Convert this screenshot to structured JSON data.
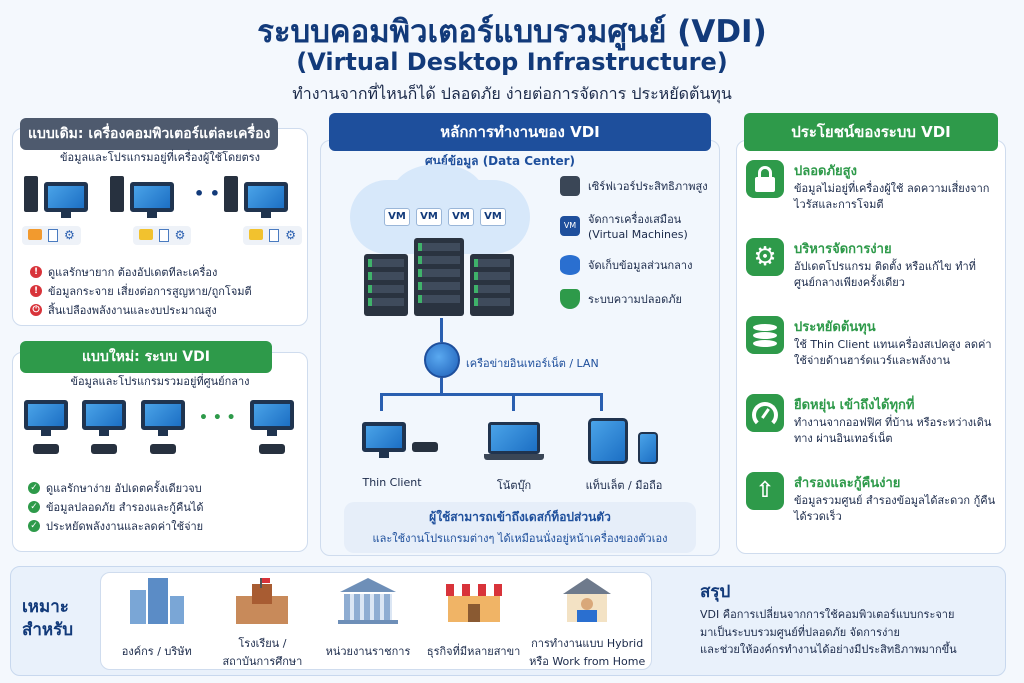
{
  "header": {
    "title": "ระบบคอมพิวเตอร์แบบรวมศูนย์ (VDI)",
    "subtitle": "(Virtual Desktop Infrastructure)",
    "tagline": "ทำงานจากที่ไหนก็ได้ ปลอดภัย ง่ายต่อการจัดการ ประหยัดต้นทุน"
  },
  "old_system": {
    "heading": "แบบเดิม: เครื่องคอมพิวเตอร์แต่ละเครื่อง",
    "desc": "ข้อมูลและโปรแกรมอยู่ที่เครื่องผู้ใช้โดยตรง",
    "issues": [
      "ดูแลรักษายาก ต้องอัปเดตทีละเครื่อง",
      "ข้อมูลกระจาย เสี่ยงต่อการสูญหาย/ถูกโจมตี",
      "สิ้นเปลืองพลังงานและงบประมาณสูง"
    ],
    "issue_icons": [
      "warning-icon",
      "warning-icon",
      "power-icon"
    ]
  },
  "new_system": {
    "heading": "แบบใหม่: ระบบ VDI",
    "desc": "ข้อมูลและโปรแกรมรวมอยู่ที่ศูนย์กลาง",
    "benefits": [
      "ดูแลรักษาง่าย อัปเดตครั้งเดียวจบ",
      "ข้อมูลปลอดภัย สำรองและกู้คืนได้",
      "ประหยัดพลังงานและลดค่าใช้จ่าย"
    ]
  },
  "principle": {
    "heading": "หลักการทำงานของ VDI",
    "datacenter": "ศูนย์ข้อมูล (Data Center)",
    "vm_label": "VM",
    "features": [
      "เซิร์ฟเวอร์ประสิทธิภาพสูง",
      "จัดการเครื่องเสมือน (Virtual Machines)",
      "จัดเก็บข้อมูลส่วนกลาง",
      "ระบบความปลอดภัย"
    ],
    "feature_icons": [
      "server-icon",
      "vm-icon",
      "database-icon",
      "shield-icon"
    ],
    "network": "เครือข่ายอินเทอร์เน็ต / LAN",
    "devices": [
      "Thin Client",
      "โน้ตบุ๊ก",
      "แท็บเล็ต / มือถือ"
    ],
    "access_line1": "ผู้ใช้สามารถเข้าถึงเดสก์ท็อปส่วนตัว",
    "access_line2": "และใช้งานโปรแกรมต่างๆ ได้เหมือนนั่งอยู่หน้าเครื่องของตัวเอง"
  },
  "benefits_panel": {
    "heading": "ประโยชน์ของระบบ VDI",
    "items": [
      {
        "title": "ปลอดภัยสูง",
        "desc": "ข้อมูลไม่อยู่ที่เครื่องผู้ใช้ ลดความเสี่ยงจากไวรัสและการโจมตี",
        "icon": "lock-icon"
      },
      {
        "title": "บริหารจัดการง่าย",
        "desc": "อัปเดตโปรแกรม ติดตั้ง หรือแก้ไข ทำที่ศูนย์กลางเพียงครั้งเดียว",
        "icon": "gears-icon"
      },
      {
        "title": "ประหยัดต้นทุน",
        "desc": "ใช้ Thin Client แทนเครื่องสเปคสูง ลดค่าใช้จ่ายด้านฮาร์ดแวร์และพลังงาน",
        "icon": "coins-icon"
      },
      {
        "title": "ยืดหยุ่น เข้าถึงได้ทุกที่",
        "desc": "ทำงานจากออฟฟิศ ที่บ้าน หรือระหว่างเดินทาง ผ่านอินเทอร์เน็ต",
        "icon": "speedometer-icon"
      },
      {
        "title": "สำรองและกู้คืนง่าย",
        "desc": "ข้อมูลรวมศูนย์ สำรองข้อมูลได้สะดวก กู้คืนได้รวดเร็ว",
        "icon": "cloud-upload-icon"
      }
    ]
  },
  "suitable": {
    "label_line1": "เหมาะ",
    "label_line2": "สำหรับ",
    "items": [
      {
        "line1": "องค์กร / บริษัท",
        "line2": "",
        "icon": "office-building-icon"
      },
      {
        "line1": "โรงเรียน /",
        "line2": "สถาบันการศึกษา",
        "icon": "school-icon"
      },
      {
        "line1": "หน่วยงานราชการ",
        "line2": "",
        "icon": "government-icon"
      },
      {
        "line1": "ธุรกิจที่มีหลายสาขา",
        "line2": "",
        "icon": "shop-icon"
      },
      {
        "line1": "การทำงานแบบ Hybrid",
        "line2": "หรือ Work from Home",
        "icon": "home-office-icon"
      }
    ]
  },
  "summary": {
    "heading": "สรุป",
    "line1": "VDI คือการเปลี่ยนจากการใช้คอมพิวเตอร์แบบกระจาย",
    "line2": "มาเป็นระบบรวมศูนย์ที่ปลอดภัย จัดการง่าย",
    "line3": "และช่วยให้องค์กรทำงานได้อย่างมีประสิทธิภาพมากขึ้น"
  },
  "colors": {
    "navy": "#123a7a",
    "green": "#2e9a4a",
    "blue": "#1e4f9c",
    "gray": "#4e5a6e",
    "red": "#d8333a"
  }
}
